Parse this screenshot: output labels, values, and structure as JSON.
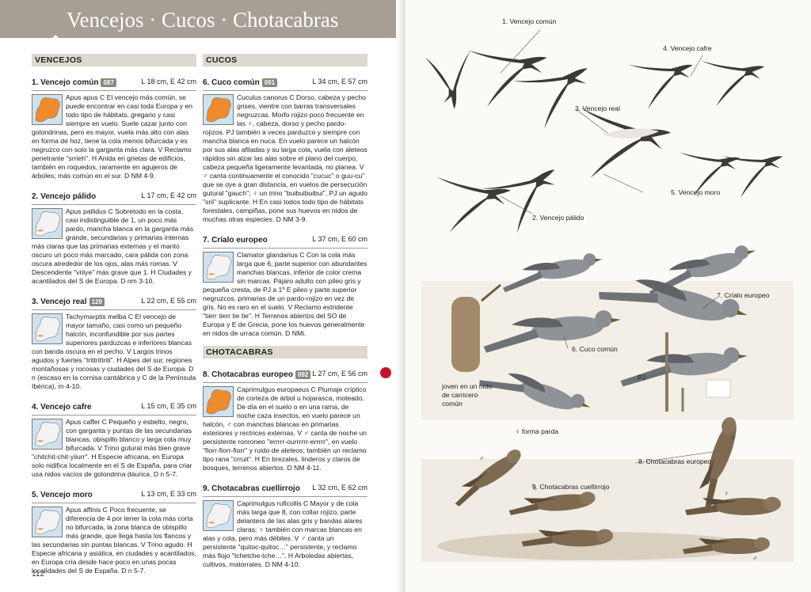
{
  "header": {
    "title": "Vencejos · Cucos · Chotacabras"
  },
  "page_number": "112",
  "colors": {
    "band": "#a79e94",
    "section": "#ddd8d0",
    "marker": "#c8112e",
    "range_resident": "#ef8a2d",
    "sea": "#cfe2ef"
  },
  "sections": {
    "vencejos": "VENCEJOS",
    "cucos": "CUCOS",
    "chotacabras": "CHOTACABRAS"
  },
  "entries": [
    {
      "name": "1. Vencejo común",
      "ref": "087",
      "size": "L 18 cm, E 42 cm",
      "map": "range",
      "text": "Apus apus C El vencejo más común, se puede encontrar en casi toda Europa y en todo tipo de hábitats, gregario y casi siempre en vuelo. Suele cazar junto con golondrinas, pero es mayor, vuela más alto con alas en forma de hoz, tiene la cola menos bifurcada y es negruzco con solo la garganta más clara. V Reclamo penetrante \"srrieh\". H Anida en grietas de edificios, también en roquedos, raramente en agujeros de árboles; más común en el sur. D NM 4-9."
    },
    {
      "name": "2. Vencejo pálido",
      "ref": "",
      "size": "L 17 cm, E 42 cm",
      "map": "local",
      "text": "Apus pallidus C Sobretodo en la costa, casi indistinguible de 1, un poco más pardo, mancha blanca en la garganta más grande, secundarias y primarias internas más claras que las primarias externas y el manto oscuro un poco más marcado, cara pálida con zona oscura alrededor de los ojos, alas más romas. V Descendente \"vriiye\" más grave que 1. H Ciudades y acantilados del S de Europa. D nm 3-10."
    },
    {
      "name": "3. Vencejo real",
      "ref": "129",
      "size": "L 22 cm, E 55 cm",
      "map": "local",
      "text": "Tachymarptis melba C El vencejo de mayor tamaño, casi como un pequeño halcón, inconfundible por sus partes superiores parduzcas e inferiores blancas con banda oscura en el pecho. V Largos trinos agudos y fuertes \"trittrittriti\". H Alpes del sur, regiones montañosas y rocosas y ciudades del S de Europa. D n (escaso en la cornisa cantábrica y C de la Península Ibérica), m 4-10."
    },
    {
      "name": "4. Vencejo cafre",
      "ref": "",
      "size": "L 15 cm, E 35 cm",
      "map": "local",
      "text": "Apus caffer C Pequeño y esbelto, negro, con garganta y puntas de las secundarias blancas, obispillo blanco y larga cola muy bifurcada. V Trino gutural más bien grave \"chitchit-chit-yiiurr\". H Especie africana, en Europa solo nidifica localmente en el S de España, para criar usa nidos vacíos de golondrina dáurica. D n 5-7."
    },
    {
      "name": "5. Vencejo moro",
      "ref": "",
      "size": "L 13 cm, E 33 cm",
      "map": "local",
      "text": "Apus affinis C Poco frecuente, se diferencia de 4 por tener la cola más corta no bifurcada, la zona blanca de obispillo más grande, que llega hasta los flancos y las secundarias sin puntas blancas. V Trino agudo. H Especie africana y asiática, en ciudades y acantilados, en Europa cría desde hace poco en unas pocas localidades del S de España. D n 5-7."
    },
    {
      "name": "6. Cuco común",
      "ref": "091",
      "size": "L 34 cm, E 57 cm",
      "map": "range",
      "text": "Cuculus canorus C Dorso, cabeza y pecho grises, vientre con barras transversales negruzcas. Morfo rojizo poco frecuente en las ♀, cabeza, dorso y pecho pardo-rojizos. PJ también a veces parduzco y siempre con mancha blanca en nuca. En vuelo parece un halcón por sus alas afiladas y su larga cola, vuela con aleteos rápidos sin alzar las alas sobre el plano del cuerpo, cabeza pequeña ligeramente levantada, no planea. V ♂ canta continuamente el conocido \"cucuc\" o guu-cu\" que se oye a gran distancia, en vuelos de persecución gutural \"gauch\"; ♀ un trino \"buibuibuibui\", PJ un agudo \"srii\" suplicante. H En casi todos todo tipo de hábitats forestales, campiñas, pone sus huevos en nidos de muchas otras especies. D NM 3-9."
    },
    {
      "name": "7. Críalo europeo",
      "ref": "",
      "size": "L 37 cm, E 60 cm",
      "map": "local",
      "text": "Clamator glandarius C Con la cola más larga que 6, parte superior con abundantes manchas blancas, inferior de color crema sin marcas. Pájaro adulto con pileo gris y pequeña cresta, de PJ a 1º E pileo y parte superior negruzcos, primarias de un pardo-rojizo en vez de gris. No es raro en el suelo. V Reclamo estridente \"tierr tierr tie tie\". H Terrenos abiertos del SO de Europa y E de Grecia, pone los huevos generalmente en nidos de urraca común. D NMi."
    },
    {
      "name": "8. Chotacabras europeo",
      "ref": "092",
      "size": "L 27 cm, E 56 cm",
      "map": "range",
      "text": "Caprimulgus europaeus C Plumaje críptico de corteza de árbol u hojarasca, moteado. De día en el suelo o en una rama, de noche caza insectos, en vuelo parece un halcón, ♂ con manchas blancas en primarias exteriores y rectrices externas. V ♂ canta de noche un persistente ronroneo \"errrrr-ourrrrrr-errrrr\", en vuelo \"fiorr-fiorr-fiorr\" y ruido de aleteos; también un reclamo tipo rana \"crruit\". H En brezales, linderos y claros de bosques, terrenos abiertos. D NM 4-11."
    },
    {
      "name": "9. Chotacabras cuellirrojo",
      "ref": "",
      "size": "L 32 cm, E 62 cm",
      "map": "local",
      "text": "Caprimulgus ruficollis C Mayor y de cola más larga que 8, con collar rojizo, parte delantera de las alas gris y bandas alares claras; ♀ también con marcas blancas en alas y cola, pero más débiles. V ♂ canta un persistente \"quitoc-quitoc…\" persistente, y reclamo más flojo \"tchetche-tche…\". H Arboledas abiertas, cultivos, matorrales. D NM 4-10."
    }
  ],
  "plate_labels": [
    "1. Vencejo común",
    "4. Vencejo cafre",
    "3. Vencejo real",
    "5. Vencejo moro",
    "2. Vencejo pálido",
    "7. Críalo europeo",
    "6. Cuco común",
    "PJ",
    "joven en un nido de carricero común",
    "♀ forma parda",
    "♂",
    "♂",
    "8. Chotacabras europeo",
    "9. Chotacabras cuellirrojo",
    "♀",
    "♂"
  ]
}
